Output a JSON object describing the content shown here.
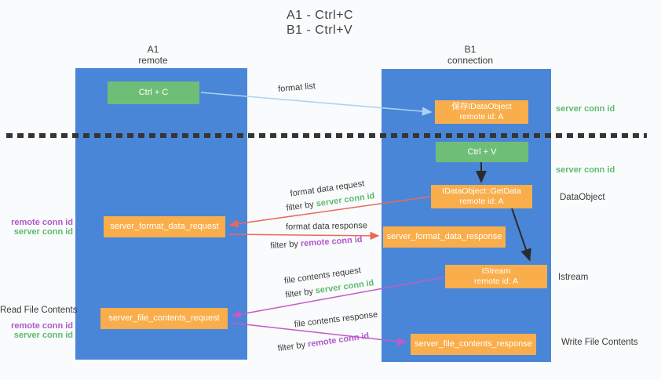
{
  "title": {
    "line1": "A1 - Ctrl+C",
    "line2": "B1 - Ctrl+V"
  },
  "columns": {
    "a1": {
      "name": "A1",
      "subtitle": "remote"
    },
    "b1": {
      "name": "B1",
      "subtitle": "connection"
    }
  },
  "nodes": {
    "ctrl_c": "Ctrl + C",
    "ctrl_v": "Ctrl + V",
    "save_idataobject": {
      "line1": "保存IDataObject",
      "line2": "remote id: A"
    },
    "getdata": {
      "line1": "IDataObject::GetData",
      "line2": "remote id: A"
    },
    "istream": {
      "line1": "IStream",
      "line2": "remote id: A"
    },
    "format_request": "server_format_data_request",
    "format_response": "server_format_data_response",
    "file_request": "server_file_contents_request",
    "file_response": "server_file_contents_response"
  },
  "flow_labels": {
    "format_list": "format list",
    "format_data_request": "format data request",
    "format_data_response": "format data response",
    "file_contents_request": "file contents request",
    "file_contents_response": "file contents response",
    "filter_by": "filter by "
  },
  "annotations": {
    "server_conn_id": "server conn id",
    "remote_conn_id": "remote conn id",
    "dataobject": "DataObject",
    "istream": "Istream",
    "read_file_contents": "Read File Contents",
    "write_file_contents": "Write File Contents"
  },
  "colors": {
    "column_blue": "#4a86d8",
    "node_green": "#6fbe77",
    "node_orange": "#f9ae4b",
    "arrow_light_blue": "#aad4f2",
    "arrow_red": "#e9695f",
    "arrow_magenta": "#c45ac8",
    "arrow_black": "#2b2b2b",
    "text_green": "#5cbb6e",
    "text_purple": "#b158cc",
    "text_dark": "#3a3a3a"
  }
}
